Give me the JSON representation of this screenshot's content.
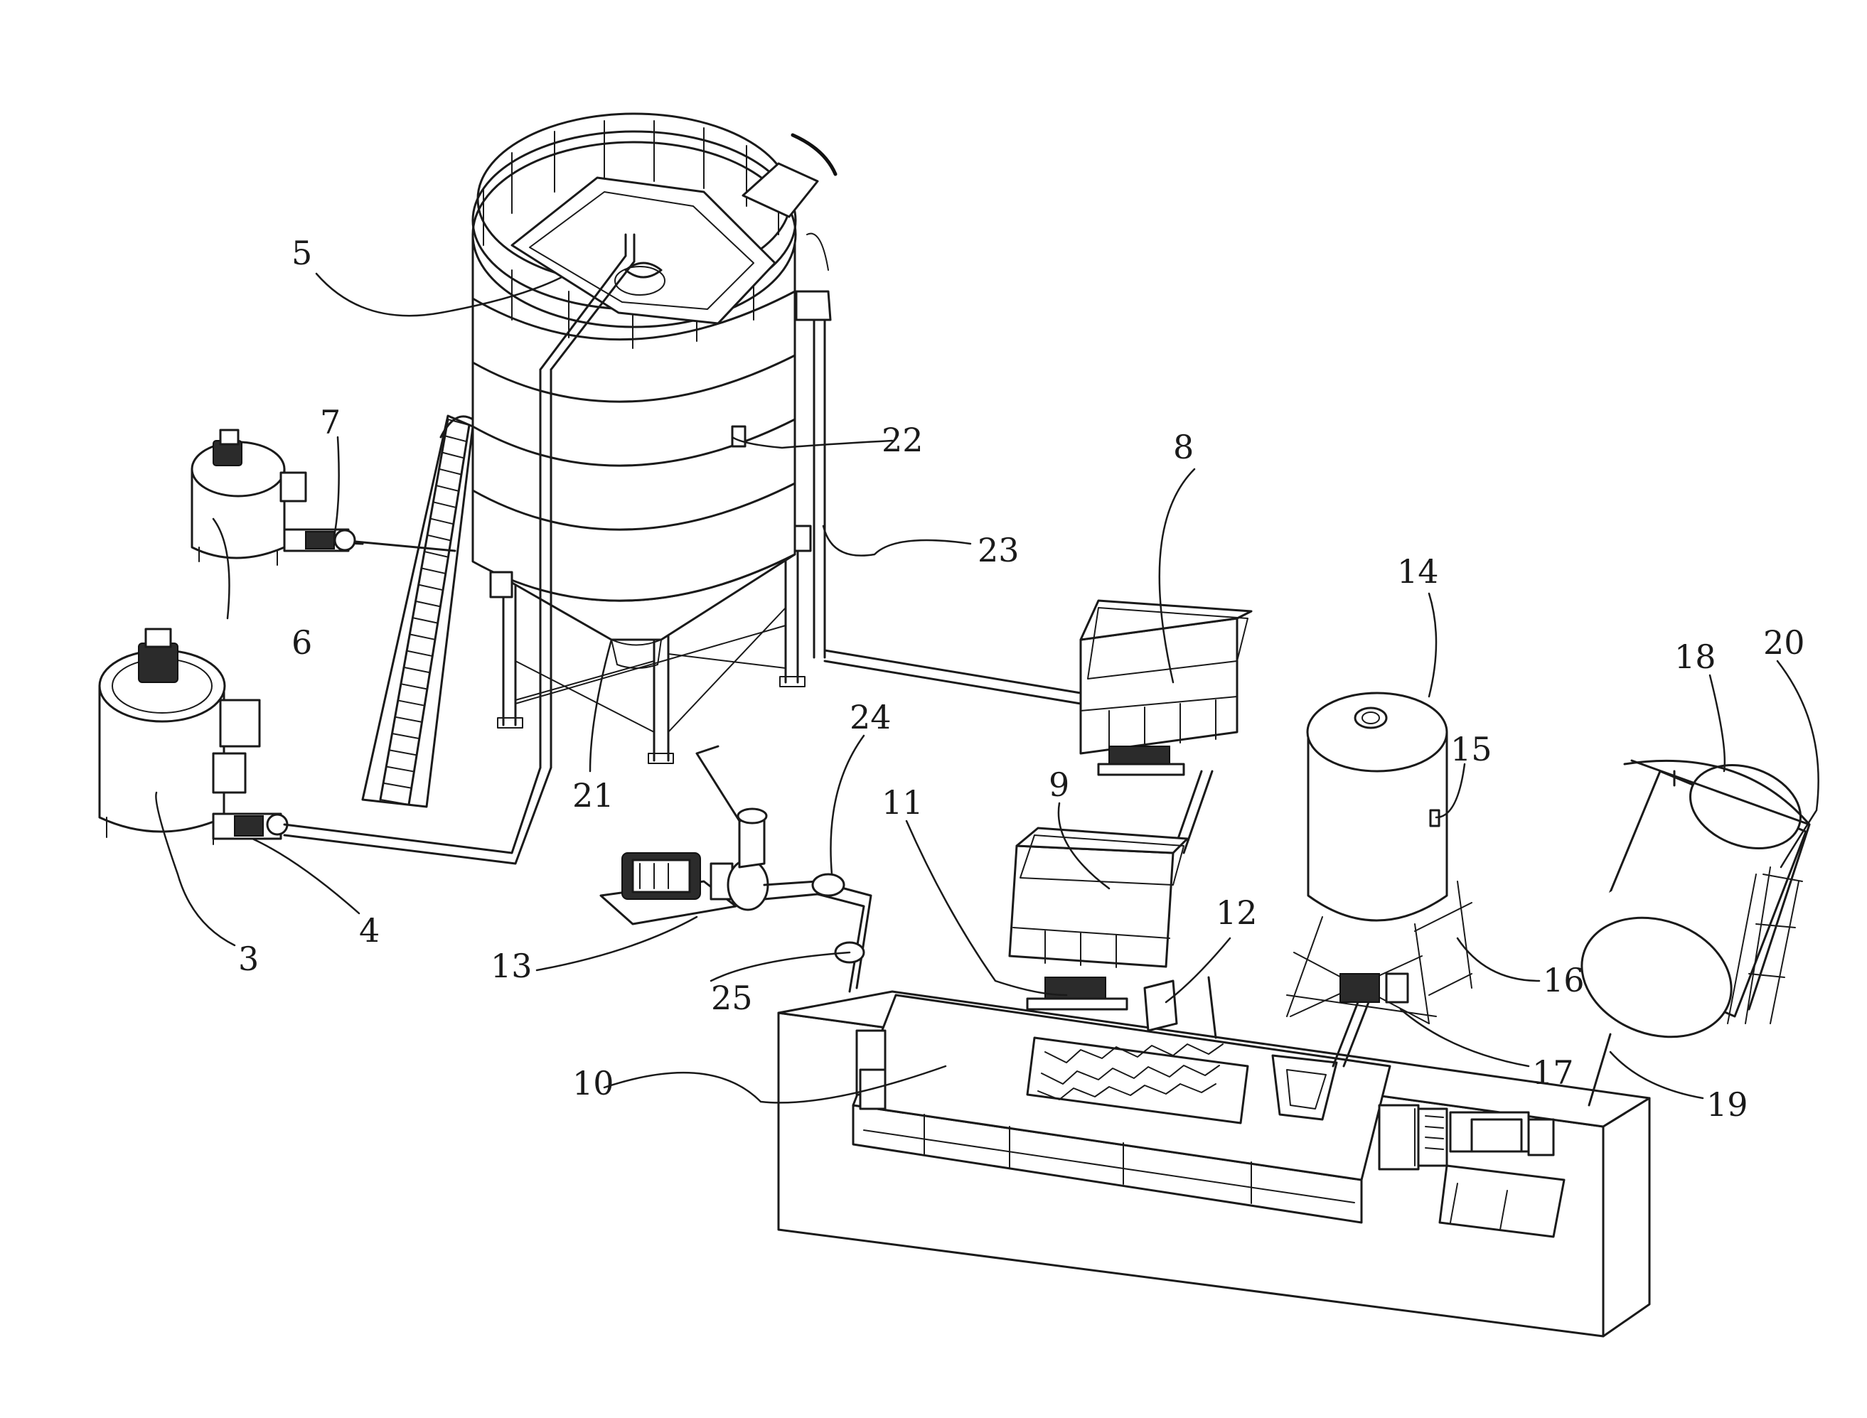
{
  "diagram": {
    "callouts": [
      {
        "id": "c3",
        "text": "3"
      },
      {
        "id": "c4",
        "text": "4"
      },
      {
        "id": "c5",
        "text": "5"
      },
      {
        "id": "c6",
        "text": "6"
      },
      {
        "id": "c7",
        "text": "7"
      },
      {
        "id": "c8",
        "text": "8"
      },
      {
        "id": "c9",
        "text": "9"
      },
      {
        "id": "c10",
        "text": "10"
      },
      {
        "id": "c11",
        "text": "11"
      },
      {
        "id": "c12",
        "text": "12"
      },
      {
        "id": "c13",
        "text": "13"
      },
      {
        "id": "c14",
        "text": "14"
      },
      {
        "id": "c15",
        "text": "15"
      },
      {
        "id": "c16",
        "text": "16"
      },
      {
        "id": "c17",
        "text": "17"
      },
      {
        "id": "c18",
        "text": "18"
      },
      {
        "id": "c19",
        "text": "19"
      },
      {
        "id": "c20",
        "text": "20"
      },
      {
        "id": "c21",
        "text": "21"
      },
      {
        "id": "c22",
        "text": "22"
      },
      {
        "id": "c23",
        "text": "23"
      },
      {
        "id": "c24",
        "text": "24"
      },
      {
        "id": "c25",
        "text": "25"
      }
    ]
  }
}
